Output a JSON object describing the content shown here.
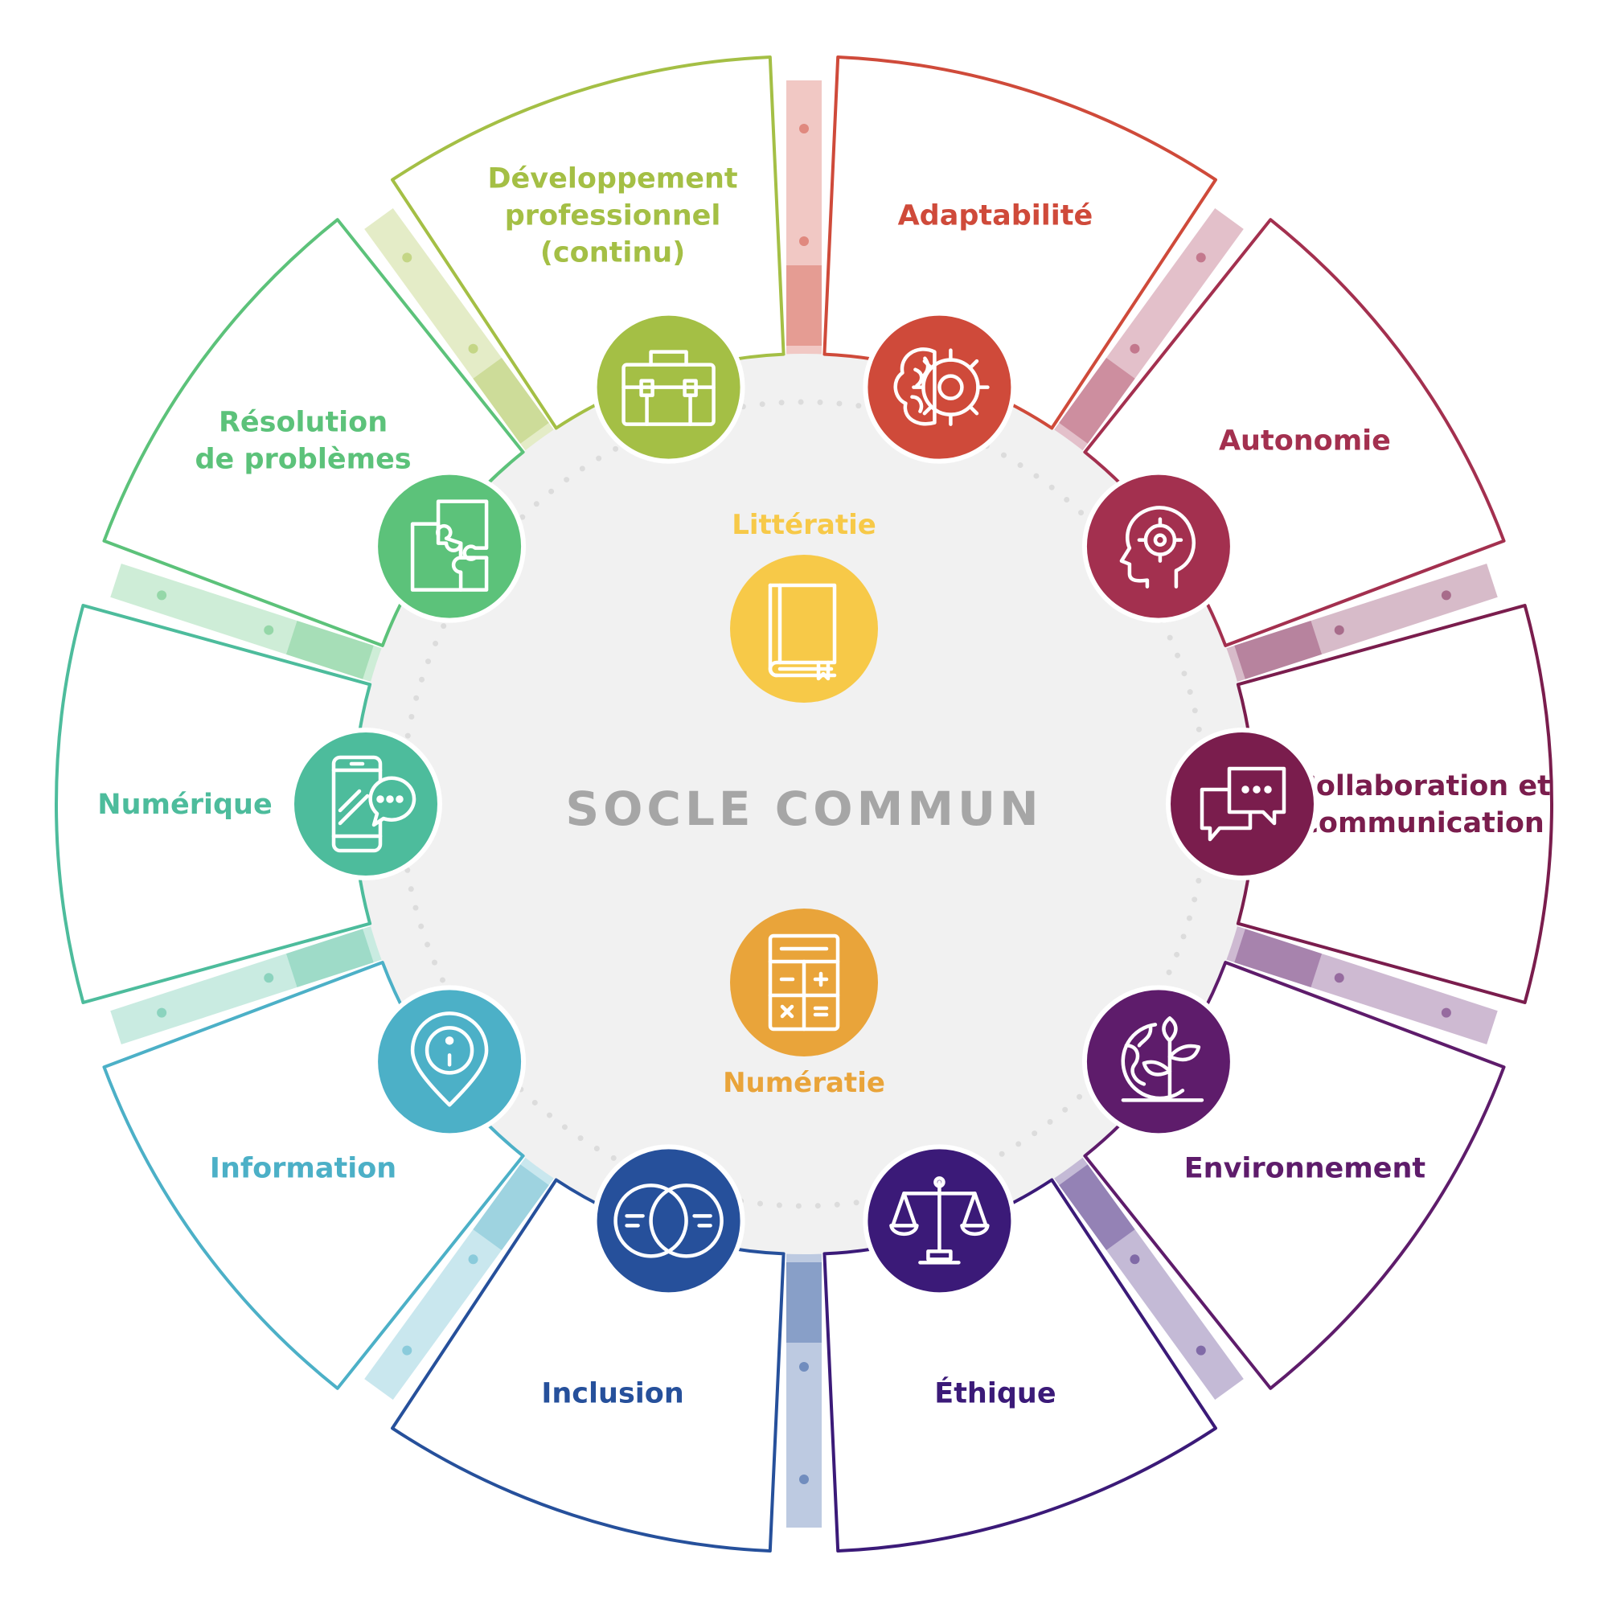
{
  "center": {
    "label": "SOCLE COMMUN",
    "color": "#a6a6a6"
  },
  "core": [
    {
      "label": "Littératie",
      "color": "#f7c948",
      "icon": "book-icon"
    },
    {
      "label": "Numératie",
      "color": "#e9a43a",
      "icon": "calculator-icon"
    }
  ],
  "segments": [
    {
      "id": "adaptabilite",
      "lines": [
        "Adaptabilité"
      ],
      "color": "#cf4a3a",
      "icon": "brain-gear-icon"
    },
    {
      "id": "autonomie",
      "lines": [
        "Autonomie"
      ],
      "color": "#a3304f",
      "icon": "head-target-icon"
    },
    {
      "id": "collaboration",
      "lines": [
        "Collaboration et",
        "communication"
      ],
      "color": "#7a1d4d",
      "icon": "chat-bubbles-icon"
    },
    {
      "id": "environnement",
      "lines": [
        "Environnement"
      ],
      "color": "#5e1c6b",
      "icon": "earth-plant-icon"
    },
    {
      "id": "ethique",
      "lines": [
        "Éthique"
      ],
      "color": "#3b1a78",
      "icon": "scales-icon"
    },
    {
      "id": "inclusion",
      "lines": [
        "Inclusion"
      ],
      "color": "#26509b",
      "icon": "overlap-circles-icon"
    },
    {
      "id": "information",
      "lines": [
        "Information"
      ],
      "color": "#4cb0c7",
      "icon": "info-pin-icon"
    },
    {
      "id": "numerique",
      "lines": [
        "Numérique"
      ],
      "color": "#4dbc9c",
      "icon": "tablet-chat-icon"
    },
    {
      "id": "resolution",
      "lines": [
        "Résolution",
        "de problèmes"
      ],
      "color": "#5cc27a",
      "icon": "puzzle-icon"
    },
    {
      "id": "developpement",
      "lines": [
        "Développement",
        "professionnel",
        "(continu)"
      ],
      "color": "#a4bf45",
      "icon": "briefcase-icon"
    }
  ]
}
